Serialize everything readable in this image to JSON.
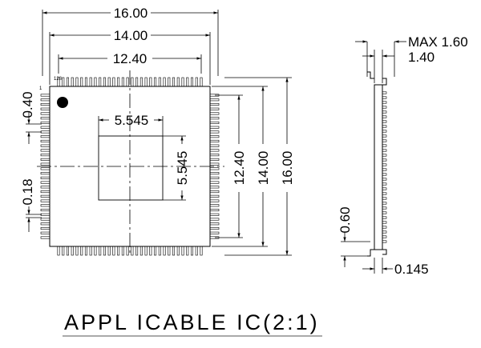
{
  "top_view": {
    "pin_first_label": "1",
    "pin_last_label": "128",
    "dim_overall_width": "16.00",
    "dim_body_width": "14.00",
    "dim_lead_span_width": "12.40",
    "dim_pad_width": "5.545",
    "dim_pad_height": "5.545",
    "dim_lead_span_height": "12.40",
    "dim_body_height": "14.00",
    "dim_overall_height": "16.00",
    "dim_lead_pitch": "0.40",
    "dim_lead_width": "0.18"
  },
  "side_view": {
    "dim_max_height": "MAX 1.60",
    "dim_body_thickness": "1.40",
    "dim_lead_length": "0.60",
    "dim_standoff": "0.145"
  },
  "caption": "APPL ICABLE IC(2:1)"
}
